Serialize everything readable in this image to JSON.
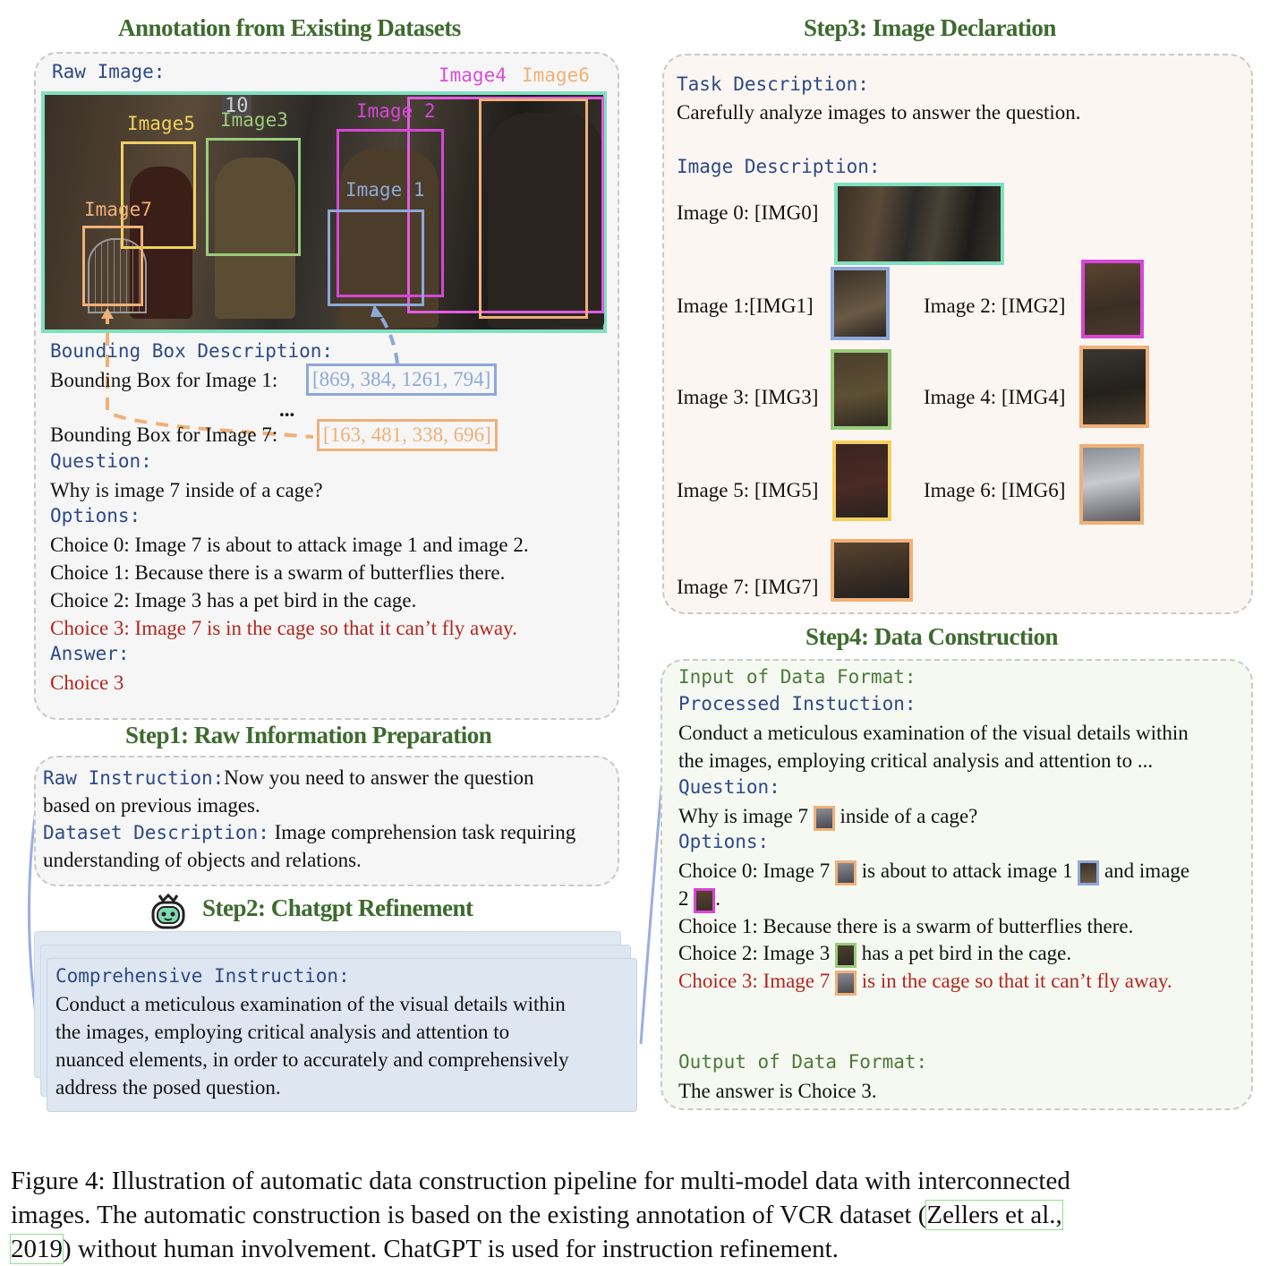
{
  "headings": {
    "annotation": "Annotation from Existing Datasets",
    "step3": "Step3: Image Declaration",
    "step1": "Step1: Raw Information Preparation",
    "step2": "Step2: Chatgpt Refinement",
    "step4": "Step4: Data Construction"
  },
  "annotation_panel": {
    "raw_image_label": "Raw Image:",
    "box_labels": {
      "image1": "Image 1",
      "image2": "Image 2",
      "image3": "Image3",
      "image4": "Image4",
      "image5": "Image5",
      "image6": "Image6",
      "image7": "Image7",
      "sign": "10"
    },
    "bbox_desc_label": "Bounding Box Description:",
    "bbox1_prefix": "Bounding Box for Image 1:",
    "bbox1_value": "[869, 384, 1261, 794]",
    "ellipsis": "...",
    "bbox7_prefix": "Bounding Box for Image 7:",
    "bbox7_value": "[163, 481, 338, 696]",
    "question_label": "Question:",
    "question": "Why is image 7 inside of a cage?",
    "options_label": "Options:",
    "choices": [
      "Choice 0: Image 7 is about to attack image 1 and image 2.",
      "Choice 1: Because there is a swarm of butterflies there.",
      "Choice 2: Image 3 has a pet bird in the cage.",
      "Choice 3: Image 7 is in the cage so that it can’t fly away."
    ],
    "answer_label": "Answer:",
    "answer": "Choice 3"
  },
  "step1_panel": {
    "raw_instruction_label": "Raw Instruction:",
    "raw_instruction_line1": "Now you need to answer the question",
    "raw_instruction_line2": "based on previous images.",
    "dataset_desc_label": "Dataset Description:",
    "dataset_desc_line1": " Image comprehension task requiring",
    "dataset_desc_line2": "understanding of objects and relations."
  },
  "step2_panel": {
    "label": "Comprehensive Instruction:",
    "lines": [
      "Conduct a meticulous examination of the visual details within",
      "the images, employing critical analysis and attention to",
      "nuanced elements, in order to accurately and comprehensively",
      "address the posed question."
    ]
  },
  "step3_panel": {
    "task_label": "Task Description:",
    "task_text": "Carefully analyze images to answer the question.",
    "image_desc_label": "Image Description:",
    "items": [
      "Image 0: [IMG0]",
      "Image 1:[IMG1]",
      "Image 2: [IMG2]",
      "Image 3: [IMG3]",
      "Image 4: [IMG4]",
      "Image 5: [IMG5]",
      "Image 6: [IMG6]",
      "Image 7: [IMG7]"
    ]
  },
  "step4_panel": {
    "input_label": "Input of Data Format:",
    "processed_label": "Processed Instuction:",
    "processed_line1": "Conduct a meticulous examination of the visual details within",
    "processed_line2": "the images, employing critical analysis and attention to ...",
    "question_label": "Question:",
    "q_part1": "Why is image 7",
    "q_part2": "inside of a cage?",
    "options_label": "Options:",
    "c0_part1": "Choice 0: Image 7",
    "c0_part2": "is about to attack image 1",
    "c0_part3": "and image",
    "c0_part4": "2",
    "c0_part5": ".",
    "c1": "Choice 1: Because there is a swarm of butterflies there.",
    "c2_part1": "Choice 2: Image 3",
    "c2_part2": "has a pet bird in the cage.",
    "c3_part1": "Choice 3: Image 7",
    "c3_part2": "is in the cage so that it can’t fly away.",
    "output_label": "Output of Data Format:",
    "output_text": "The answer is Choice 3."
  },
  "caption": {
    "line1": "Figure 4: Illustration of automatic data construction pipeline for multi-model data with interconnected",
    "line2_a": "images. The automatic construction is based on the existing annotation of VCR dataset  (",
    "line2_cite": "Zellers et al.,",
    "line3_cite": "2019",
    "line3_b": ") without human involvement. ChatGPT is used for instruction refinement."
  },
  "colors": {
    "image0": "#7ee0c0",
    "image1": "#8da8d8",
    "image2": "#d846d8",
    "image3": "#9acb7a",
    "image4": "#f08fd0",
    "image5": "#f2d060",
    "image6": "#f0b078",
    "image7": "#f0b078",
    "heading_green": "#3d6b2e",
    "label_blue": "#2c4a86",
    "answer_red": "#b3261e"
  }
}
